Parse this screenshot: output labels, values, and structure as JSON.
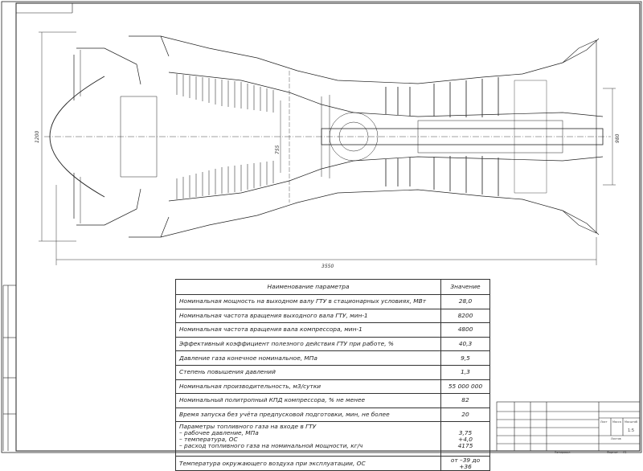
{
  "drawing": {
    "dim_length": "3550",
    "dim_height": "1200",
    "dim_right": "980",
    "dim_center": "755"
  },
  "table": {
    "header_name": "Наименование параметра",
    "header_value": "Значение",
    "rows": [
      {
        "name": "Номинальная мощность на выходном валу ГТУ в стационарных условиях, МВт",
        "value": "28,0"
      },
      {
        "name": "Номинальная частота вращения выходного вала ГТУ, мин-1",
        "value": "8200"
      },
      {
        "name": "Номинальная частота вращения вала компрессора, мин-1",
        "value": "4800"
      },
      {
        "name": "Эффективный коэффициент полезного действия ГТУ при работе, %",
        "value": "40,3"
      },
      {
        "name": "Давление газа конечное номинальное, МПа",
        "value": "9,5"
      },
      {
        "name": "Степень повышения давлений",
        "value": "1,3"
      },
      {
        "name": "Номинальная производительность, м3/сутки",
        "value": "55 000 000"
      },
      {
        "name": "Номинальный политропный КПД компрессора, % не менее",
        "value": "82"
      },
      {
        "name": "Время запуска без учёта  предпусковой подготовки, мин, не более",
        "value": "20"
      }
    ],
    "fuel": {
      "title": "Параметры топливного газа на входе в ГТУ",
      "pressure": "– рабочее давление, МПа",
      "temperature": "– температура, ОС",
      "consumption": "– расход топливного газа на номинальной мощности, кг/ч",
      "pressure_value": "3,75",
      "temperature_value": "+4,0",
      "consumption_value": "4175"
    },
    "ambient": {
      "name": "Температура окружающего воздуха при эксплуатации, ОС",
      "value": "от –39 до +36"
    }
  },
  "title_block": {
    "sheet_label": "Лист",
    "mass_label": "Масса",
    "scale_label": "Масштаб",
    "scale_value": "1:5",
    "sheets_label": "Листов",
    "copied_label": "Копировал",
    "format_label": "Формат",
    "format_value": "А1"
  }
}
